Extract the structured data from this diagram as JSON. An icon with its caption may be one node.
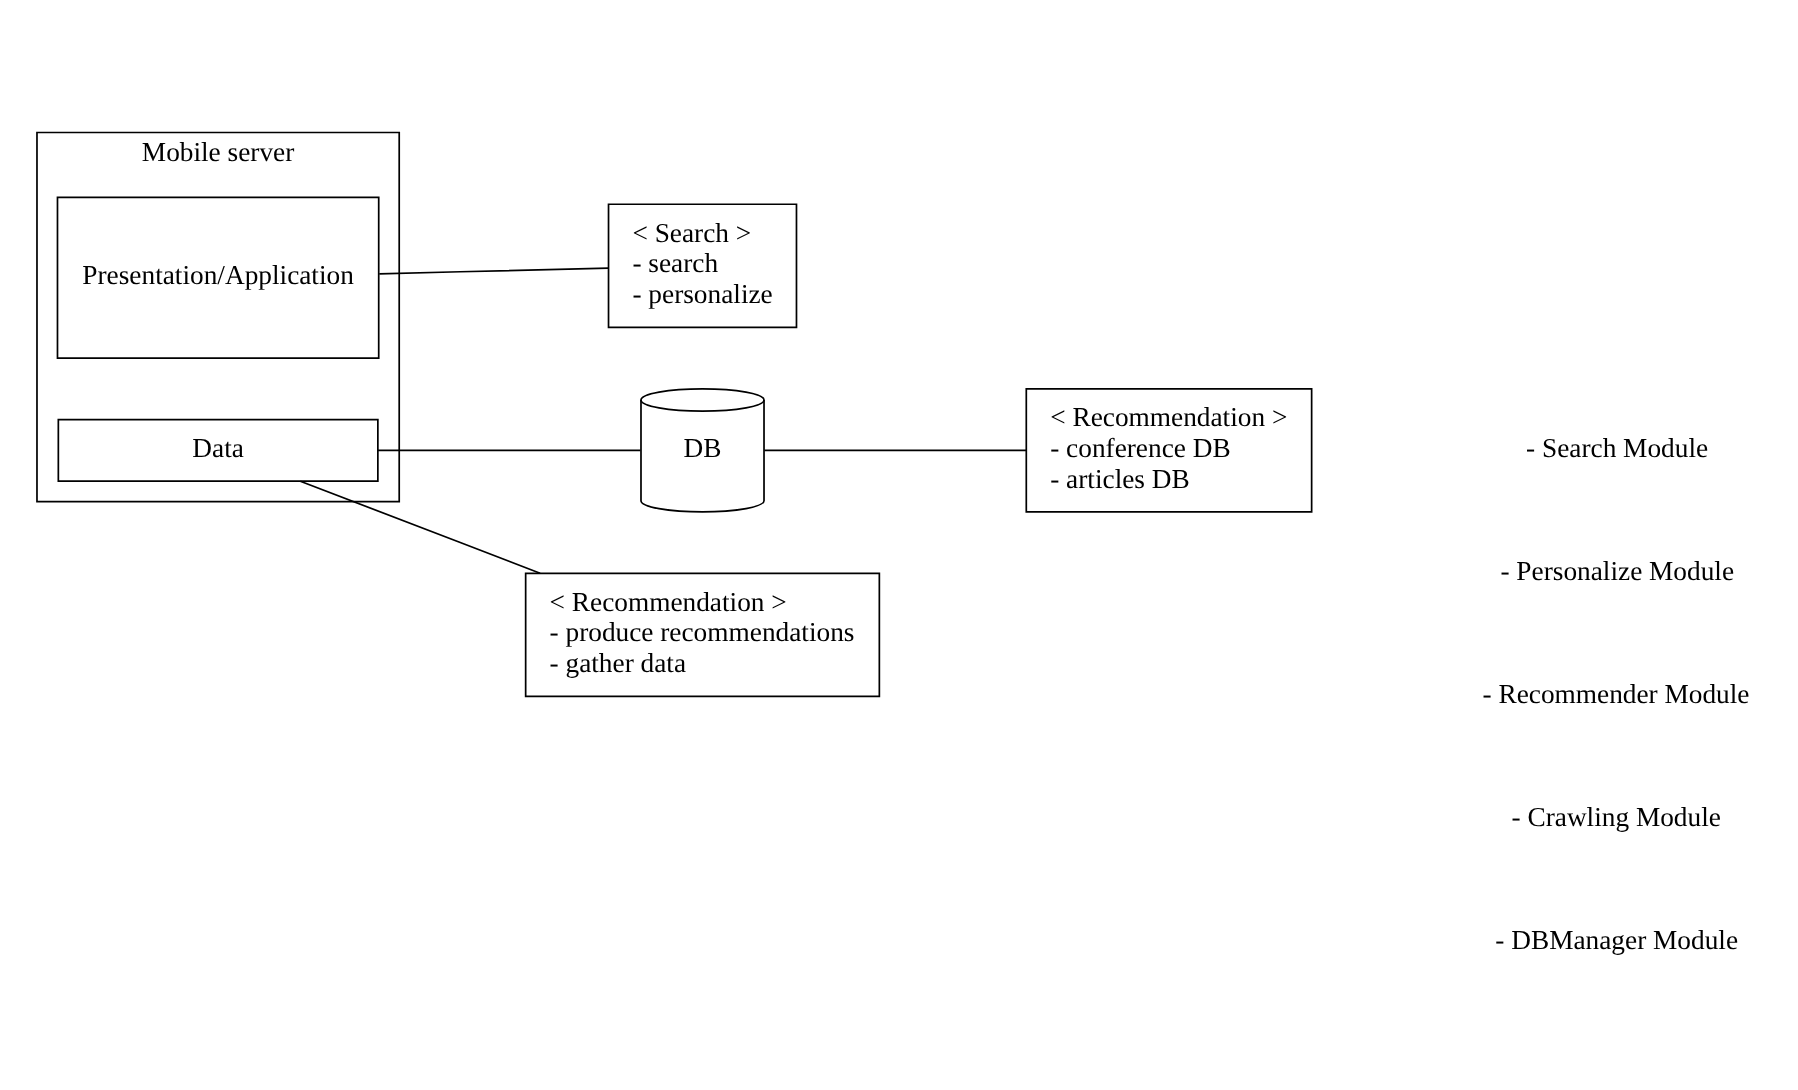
{
  "diagram": {
    "nodes": [
      {
        "text": [
          "Mobile server"
        ]
      },
      {
        "text": [
          "Presentation/Application"
        ],
        "in": 0
      },
      {
        "text": [
          "Data"
        ],
        "in": 0
      },
      {
        "text": [
          "DB"
        ]
      },
      {
        "text": [
          "< Search >",
          "- search",
          "- personalize"
        ]
      },
      {
        "text": [
          "< Recommendation >",
          "- produce recommendations",
          "- gather data"
        ]
      },
      {
        "text": [
          "< Recommendation >",
          "- conference DB",
          "- articles DB"
        ]
      }
    ],
    "edges": [
      {
        "from": 1,
        "to": 4,
        "arrow": "none"
      },
      {
        "from": 2,
        "to": 5,
        "arrow": "none"
      },
      {
        "from": 2,
        "to": 3,
        "arrow": "none"
      },
      {
        "from": 3,
        "to": 6,
        "arrow": "none"
      }
    ],
    "labels": [
      "- Search Module",
      "- Personalize Module",
      "- Recommender Module",
      "- Crawling Module",
      "- DBManager Module"
    ]
  }
}
